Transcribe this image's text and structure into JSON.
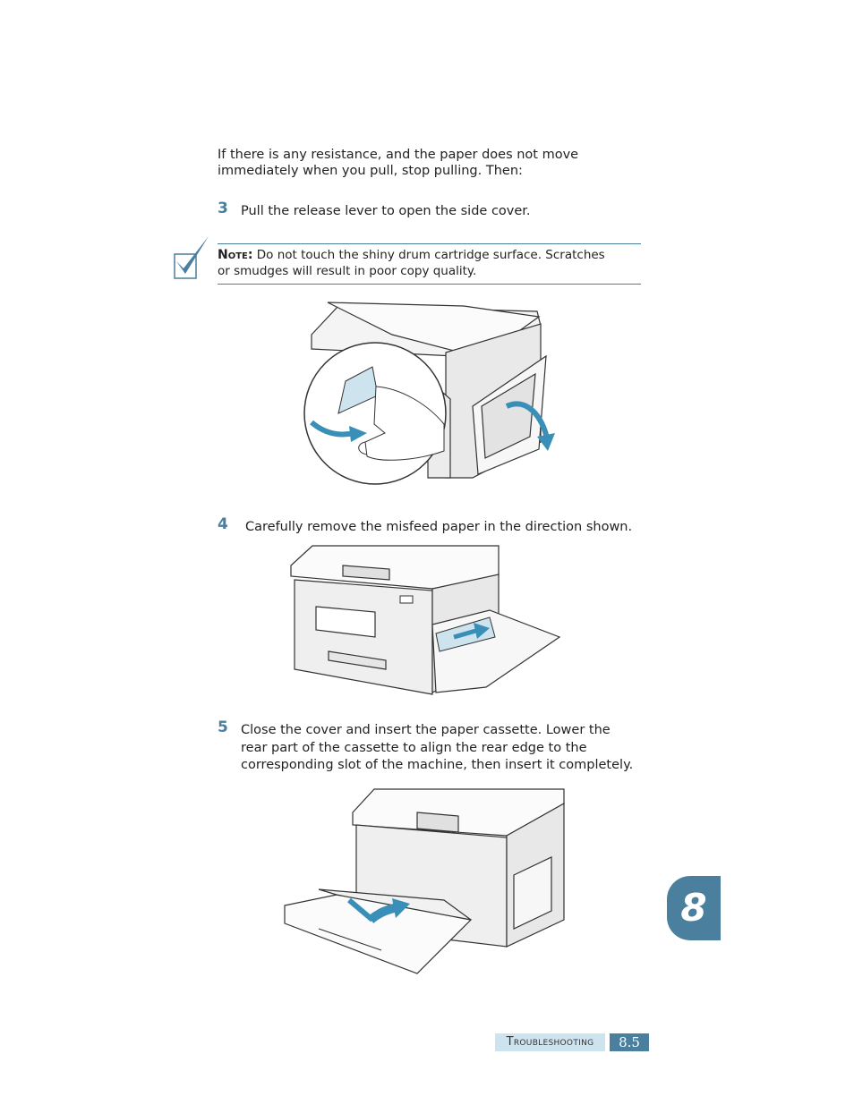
{
  "intro": {
    "line1": "If there is any resistance, and the paper does not move",
    "line2": "immediately when you pull, stop pulling. Then:"
  },
  "steps": [
    {
      "number": "3",
      "text": "Pull the release lever to open the side cover."
    },
    {
      "number": "4",
      "text": "Carefully remove the misfeed paper in the direction shown."
    },
    {
      "number": "5",
      "lines": [
        "Close the cover and insert the paper cassette. Lower the",
        "rear part of the cassette to align the rear edge to the",
        "corresponding slot of the machine, then insert it completely."
      ]
    }
  ],
  "note": {
    "label": "Note:",
    "line1": "Do not touch the shiny drum cartridge surface. Scratches",
    "line2": "or smudges will result in poor copy quality."
  },
  "chapter_tab": "8",
  "footer": {
    "section": "Troubleshooting",
    "page": "8.5"
  },
  "colors": {
    "accent": "#4a7f9e",
    "footer_bg": "#cde3ee",
    "arrow": "#3a8fb8"
  }
}
